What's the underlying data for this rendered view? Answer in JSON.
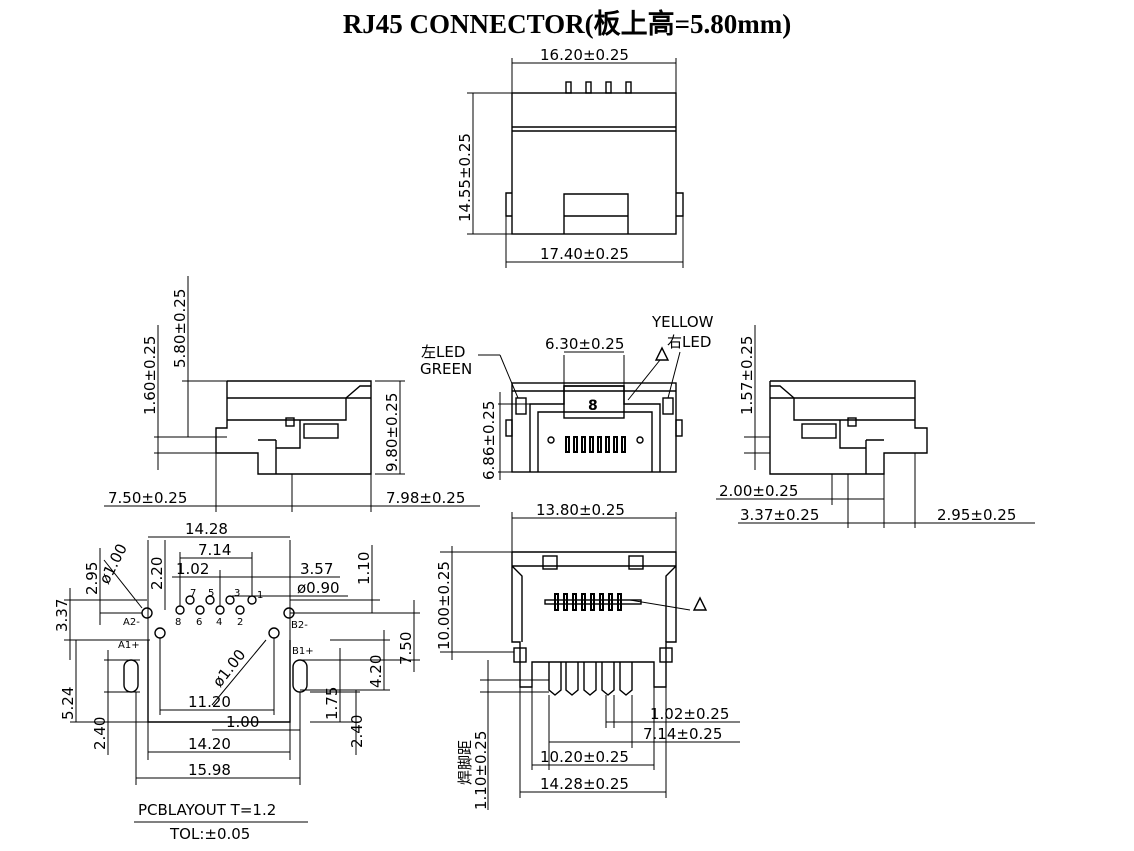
{
  "title": "RJ45 CONNECTOR(板上高=5.80mm)",
  "top_view": {
    "width_top": "16.20±0.25",
    "height": "14.55±0.25",
    "width_bottom": "17.40±0.25"
  },
  "side_left": {
    "board_height": "5.80±0.25",
    "offset": "1.60±0.25",
    "body_height": "9.80±0.25",
    "left_len": "7.50±0.25",
    "right_len": "7.98±0.25"
  },
  "front_view": {
    "left_led": "左LED",
    "left_led_color": "GREEN",
    "right_led_color": "YELLOW",
    "right_led": "右LED",
    "opening": "6.30±0.25",
    "height": "6.86±0.25",
    "pin_label": "8"
  },
  "side_right": {
    "offset": "1.57±0.25",
    "dim_a": "2.00±0.25",
    "dim_b": "3.37±0.25",
    "dim_c": "2.95±0.25"
  },
  "pcb_layout": {
    "d_14_28": "14.28",
    "d_7_14": "7.14",
    "d_1_02": "1.02",
    "d_3_57": "3.57",
    "d_phi090": "ø0.90",
    "d_1_10": "1.10",
    "d_2_20": "2.20",
    "d_2_95": "2.95",
    "d_phi100": "ø1.00",
    "d_3_37": "3.37",
    "d_7_50": "7.50",
    "d_4_20": "4.20",
    "d_5_24": "5.24",
    "d_2_40_l": "2.40",
    "d_11_20": "11.20",
    "d_phi100_b": "ø1.00",
    "d_1_75": "1.75",
    "d_1_00": "1.00",
    "d_2_40_r": "2.40",
    "d_14_20": "14.20",
    "d_15_98": "15.98",
    "pins": [
      "8",
      "7",
      "6",
      "5",
      "4",
      "3",
      "2",
      "1"
    ],
    "a2": "A2-",
    "a1": "A1+",
    "b2": "B2-",
    "b1": "B1+",
    "note1": "PCBLAYOUT T=1.2",
    "note2": "TOL:±0.05"
  },
  "bottom_view": {
    "width": "13.80±0.25",
    "height": "10.00±0.25",
    "pitch": "1.02±0.25",
    "span": "7.14±0.25",
    "d_10_20": "10.20±0.25",
    "d_14_28": "14.28±0.25",
    "solder": "焊脚距",
    "solder_val": "1.10±0.25"
  }
}
